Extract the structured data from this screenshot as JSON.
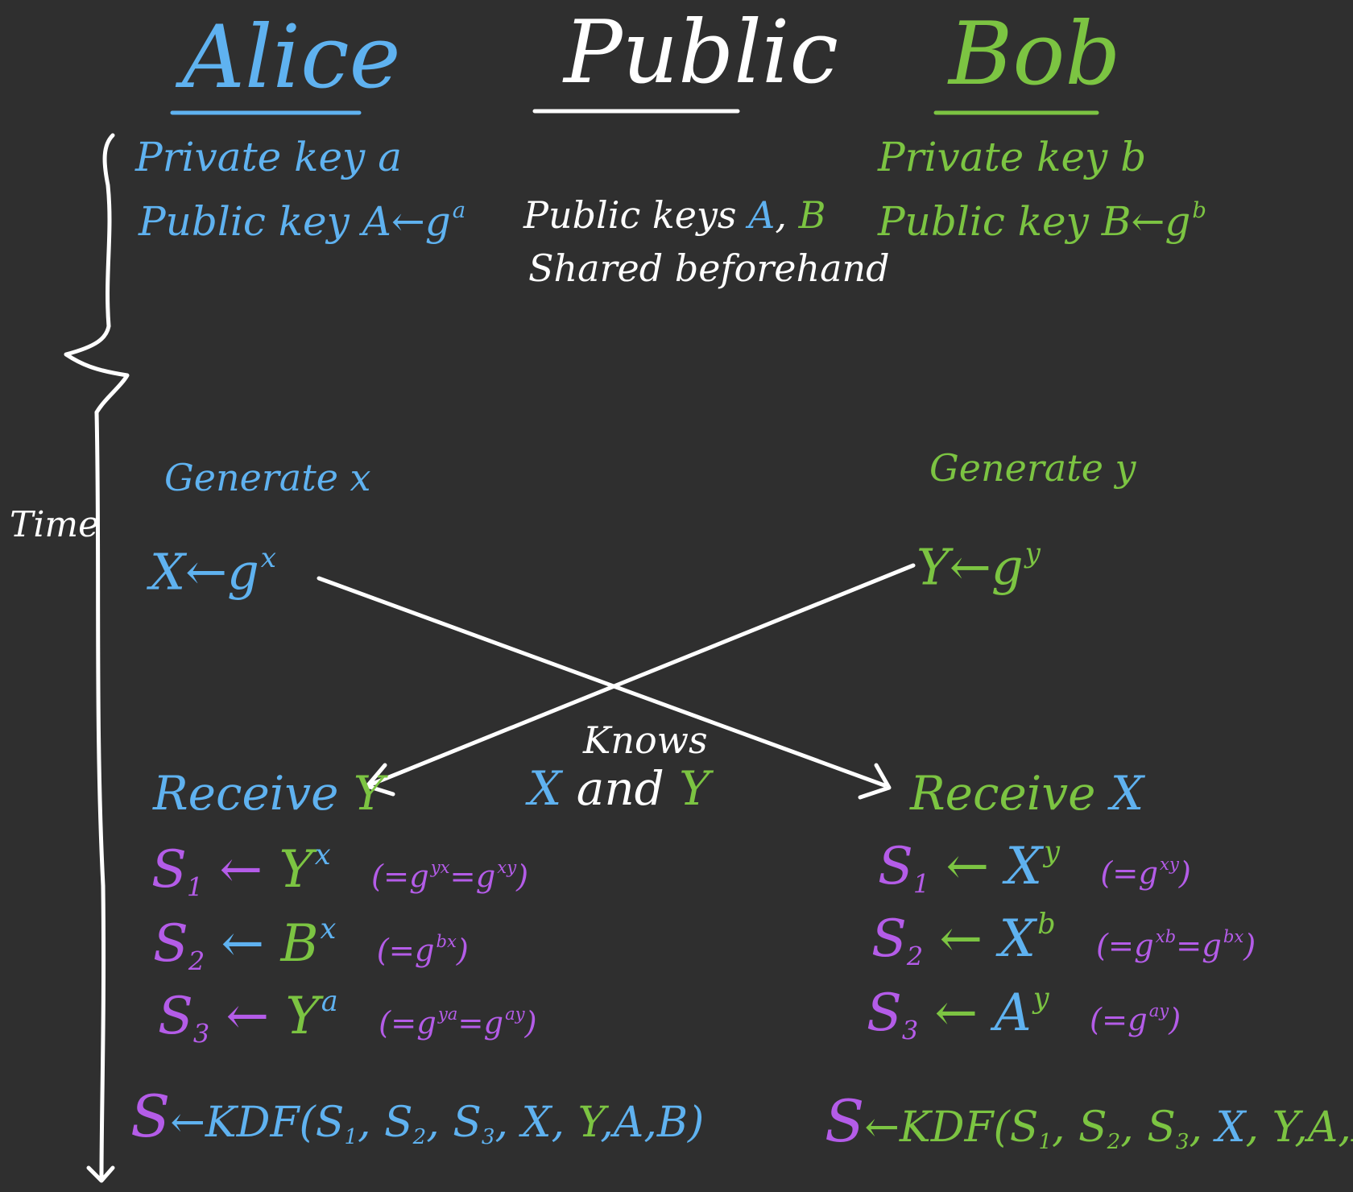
{
  "headers": {
    "alice": "Alice",
    "public": "Public",
    "bob": "Bob"
  },
  "alice": {
    "private_key": "Private key a",
    "public_key": "Public key A←g",
    "public_key_exp": "a",
    "generate": "Generate x",
    "x_gen_lhs": "X←g",
    "x_gen_exp": "x",
    "receive_label": "Receive",
    "receive_var": "Y",
    "s1": {
      "sym": "S",
      "idx": "1",
      "arrow": "←",
      "base": "Y",
      "exp": "x",
      "p_open": "(=g",
      "p_e1": "yx",
      "p_mid": "=g",
      "p_e2": "xy",
      "p_close": ")"
    },
    "s2": {
      "sym": "S",
      "idx": "2",
      "arrow": "←",
      "base": "B",
      "exp": "x",
      "p_open": "(=g",
      "p_e1": "bx",
      "p_close": ")"
    },
    "s3": {
      "sym": "S",
      "idx": "3",
      "arrow": "←",
      "base": "Y",
      "exp": "a",
      "p_open": "(=g",
      "p_e1": "ya",
      "p_mid": "=g",
      "p_e2": "ay",
      "p_close": ")"
    },
    "kdf": {
      "s": "S",
      "lead": "←KDF(S",
      "i1": "1",
      "c1": ", S",
      "i2": "2",
      "c2": ", S",
      "i3": "3",
      "c3": ", ",
      "x": "X",
      "c4": ", ",
      "y": "Y",
      "tail": ",A,B)"
    }
  },
  "public": {
    "keys_line_prefix": "Public keys ",
    "keys_a": "A",
    "keys_comma": ", ",
    "keys_b": "B",
    "shared": "Shared beforehand",
    "knows": "Knows",
    "knows_x": "X",
    "knows_and": "and",
    "knows_y": "Y"
  },
  "bob": {
    "private_key": "Private key b",
    "public_key": "Public key B←g",
    "public_key_exp": "b",
    "generate": "Generate y",
    "y_gen_lhs": "Y←g",
    "y_gen_exp": "y",
    "receive_label": "Receive",
    "receive_var": "X",
    "s1": {
      "sym": "S",
      "idx": "1",
      "arrow": "←",
      "base": "X",
      "exp": "y",
      "p_open": "(=g",
      "p_e1": "xy",
      "p_close": ")"
    },
    "s2": {
      "sym": "S",
      "idx": "2",
      "arrow": "←",
      "base": "X",
      "exp": "b",
      "p_open": "(=g",
      "p_e1": "xb",
      "p_mid": "=g",
      "p_e2": "bx",
      "p_close": ")"
    },
    "s3": {
      "sym": "S",
      "idx": "3",
      "arrow": "←",
      "base": "A",
      "exp": "y",
      "p_open": "(=g",
      "p_e1": "ay",
      "p_close": ")"
    },
    "kdf": {
      "s": "S",
      "lead": "←KDF(S",
      "i1": "1",
      "c1": ", S",
      "i2": "2",
      "c2": ", S",
      "i3": "3",
      "c3": ", ",
      "x": "X",
      "c4": ", ",
      "y": "Y",
      "tail": ",A,B)"
    }
  },
  "timeline": {
    "label": "Time"
  },
  "colors": {
    "background": "#2f2f2f",
    "alice": "#5fb2f0",
    "bob": "#7cc442",
    "public": "#ffffff",
    "secret": "#b45ce8"
  }
}
